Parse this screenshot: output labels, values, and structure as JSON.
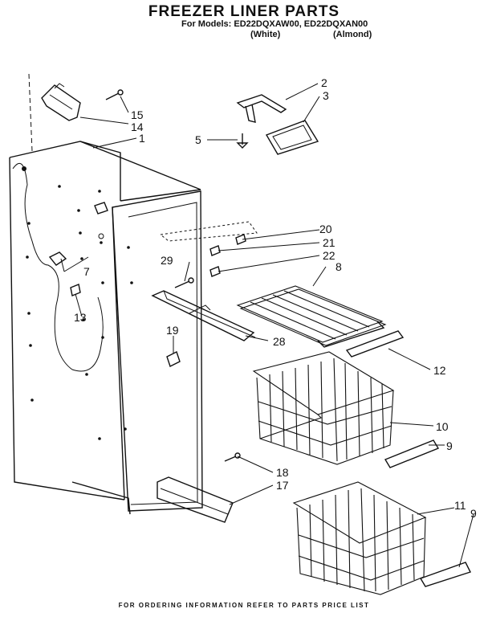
{
  "header": {
    "title": "FREEZER LINER PARTS",
    "models_line": "For Models: ED22DQXAW00, ED22DQXAN00",
    "variant_white": "(White)",
    "variant_almond": "(Almond)"
  },
  "footer": {
    "note": "FOR ORDERING INFORMATION REFER TO PARTS PRICE LIST"
  },
  "callouts": {
    "c1": "1",
    "c2": "2",
    "c3": "3",
    "c5": "5",
    "c7": "7",
    "c8": "8",
    "c9a": "9",
    "c9b": "9",
    "c10": "10",
    "c11": "11",
    "c12": "12",
    "c13": "13",
    "c14": "14",
    "c15": "15",
    "c17": "17",
    "c18": "18",
    "c19": "19",
    "c20": "20",
    "c21": "21",
    "c22": "22",
    "c28": "28",
    "c29": "29"
  }
}
